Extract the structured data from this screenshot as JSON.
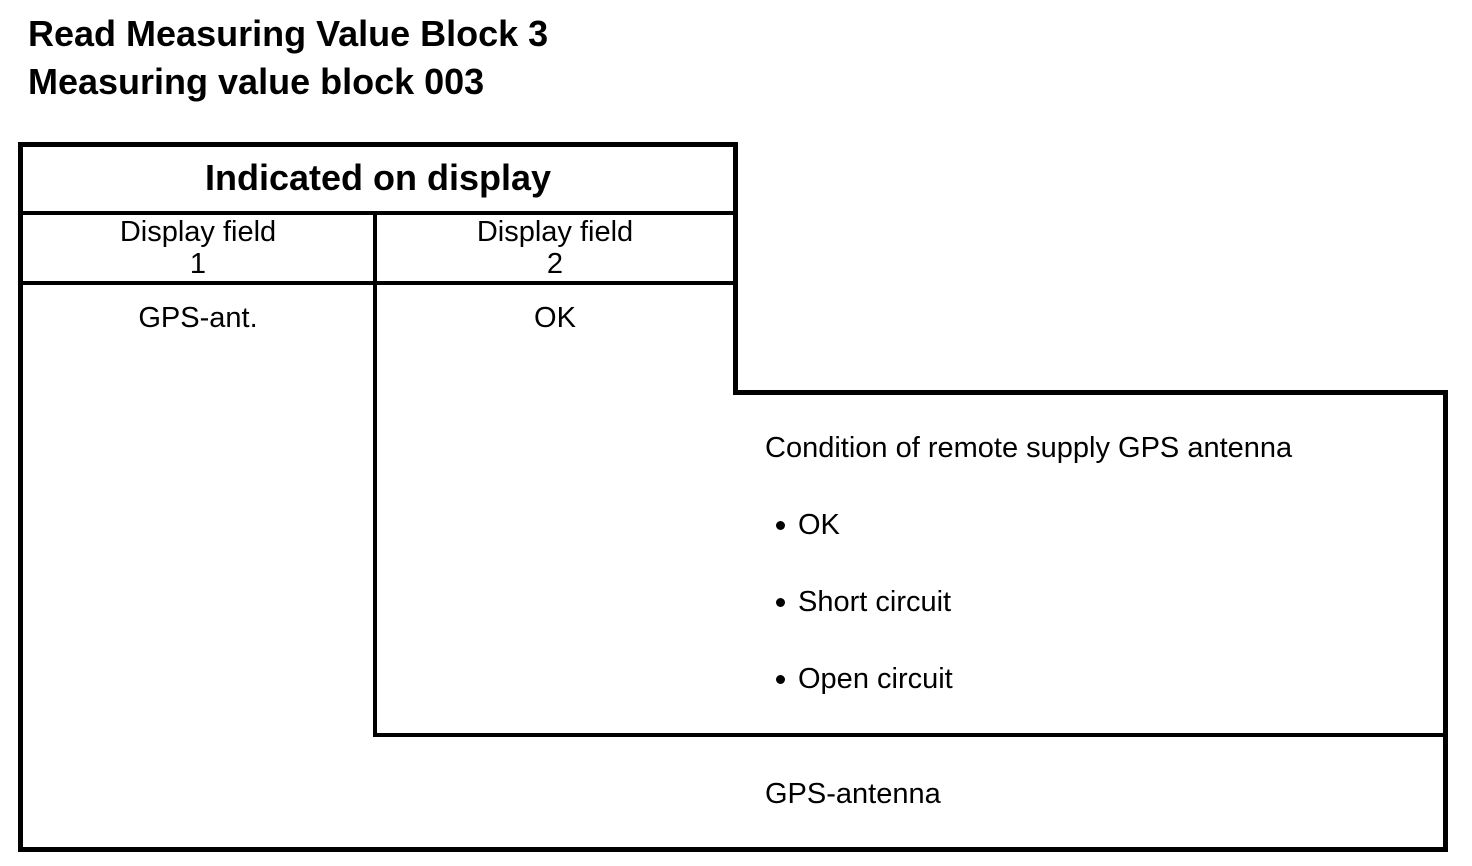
{
  "title": {
    "line1": "Read Measuring Value Block 3",
    "line2": "Measuring value block 003"
  },
  "table": {
    "header": "Indicated on display",
    "columns": [
      {
        "label_top": "Display field",
        "label_num": "1",
        "value": "GPS-ant.",
        "note": "GPS-antenna"
      },
      {
        "label_top": "Display field",
        "label_num": "2",
        "value": "OK",
        "note_heading": "Condition of remote supply GPS antenna",
        "note_bullets": [
          "OK",
          "Short circuit",
          "Open circuit"
        ]
      }
    ]
  },
  "colors": {
    "background": "#ffffff",
    "line": "#000000",
    "text": "#000000"
  }
}
